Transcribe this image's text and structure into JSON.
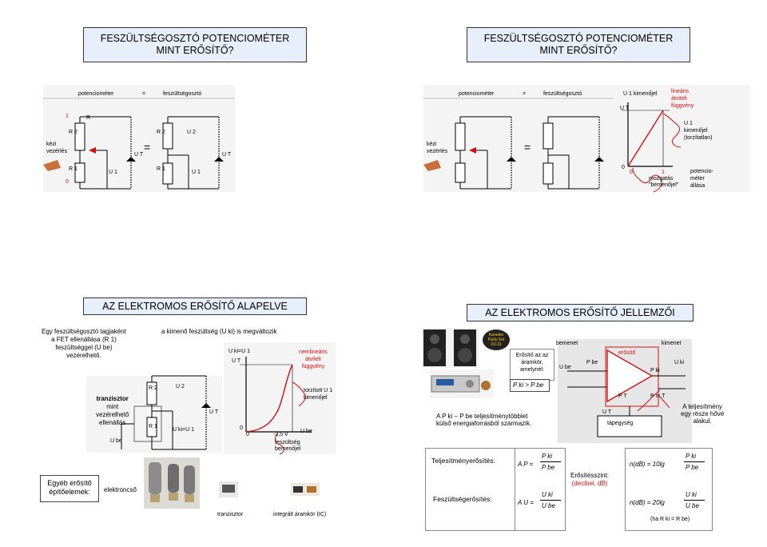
{
  "slide1": {
    "title_line1": "FESZÜLTSÉGOSZTÓ POTENCIOMÉTER",
    "title_line2": "MINT ERŐSÍTŐ?",
    "header_left": "potenciométer",
    "header_eq": "=",
    "header_right": "feszültségosztó",
    "manual_line1": "kézi",
    "manual_line2": "vezérlés",
    "one": "1",
    "zero": "0",
    "R": "R",
    "R2": "R 2",
    "R1": "R 1",
    "U1": "U 1",
    "U2": "U 2",
    "UT": "U T",
    "eq": "="
  },
  "slide2": {
    "title_line1": "FESZÜLTSÉGOSZTÓ POTENCIOMÉTER",
    "title_line2": "MINT ERŐSÍTŐ?",
    "header_left": "potenciométer",
    "header_eq": "=",
    "header_right": "feszültségosztó",
    "graph_top": "U 1 kimenőjel",
    "graph_ut": "U T",
    "lin_line1": "lineáris",
    "lin_line2": "átviteli",
    "lin_line3": "függvény",
    "out_line1": "U 1",
    "out_line2": "kimenőjel",
    "out_line3": "(torzítatlan)",
    "axis_zero": "0",
    "axis_zero2": "0",
    "axis_one": "1",
    "move_line1": "mozgatás",
    "move_line2": "\"bemenőjel\"",
    "pos_line1": "potencio-",
    "pos_line2": "méter",
    "pos_line3": "állása",
    "manual_line1": "kézi",
    "manual_line2": "vezérlés",
    "eq": "="
  },
  "slide3": {
    "title": "AZ ELEKTROMOS ERŐSÍTŐ ALAPELVE",
    "intro_line1": "Egy feszültségosztó tagjaként",
    "intro_line2": "a FET ellenállása (R 1)",
    "intro_line3": "feszültséggel (U be)",
    "intro_line4": "vezérelhető.",
    "top_text": "a kimenő feszültség (U ki) is megváltozik",
    "graph_y1": "U ki=U 1",
    "graph_y2": "U T",
    "nonlin_line1": "nemlineáris",
    "nonlin_line2": "átviteli",
    "nonlin_line3": "függvény",
    "distorted_line1": "torzított U 1",
    "distorted_line2": "kimenőjel",
    "tr_line1": "tranzisztor",
    "tr_line2": "mint",
    "tr_line3": "vezérelhető",
    "tr_line4": "ellenállás",
    "ube": "U be",
    "r2": "R 2",
    "r1": "R 1",
    "u2": "U 2",
    "ut": "U T",
    "uki": "U ki=U 1",
    "zero_a": "0",
    "zero_b": "0",
    "minus": "-2,5 V",
    "ube2": "U be",
    "inp_line1": "feszültség",
    "inp_line2": "bemenőjel",
    "other_line1": "Egyéb erősítő",
    "other_line2": "építőelemek:",
    "tube": "elektroncső",
    "transistor": "tranzisztor",
    "ic": "integrált áramkör (IC)"
  },
  "slide4": {
    "title": "AZ ELEKTROMOS ERŐSÍTŐ JELLEMZŐI",
    "karaoke_line1": "Karaoke",
    "karaoke_line2": "Party Set",
    "karaoke_line3": "DJ-31",
    "def_line1": "Erősítő az az",
    "def_line2": "áramkör,",
    "def_line3": "amelynél:",
    "bemenet": "bemenet",
    "kimenet": "kimenet",
    "erosito": "erősítő",
    "pbe": "P be",
    "pki": "P ki",
    "ube": "U be",
    "uki": "U ki",
    "pt": "P T",
    "pmt": "P m.T",
    "ut": "U T",
    "tapegyseg": "tápegység",
    "ineq": "P ki > P be",
    "desc_line1": "A P ki – P be teljesítménytöbblet",
    "desc_line2": "külső energiaforrásból származik.",
    "heat_line1": "A teljesítmény",
    "heat_line2": "egy része hővé",
    "heat_line3": "alakul.",
    "power_gain_label": "Teljesítményerősítés:",
    "voltage_gain_label": "Feszültségerősítés:",
    "ap": "A P =",
    "au": "A U =",
    "pki_frac": "P ki",
    "pbe_frac": "P be",
    "uki_frac": "U ki",
    "ube_frac": "U be",
    "db_line1": "Erősítésszint:",
    "db_line2": "(decibel, dB)",
    "ndb1": "n(dB) = 10lg",
    "ndb2": "n(dB) = 20lg",
    "cond": "(ha R ki = R be)"
  }
}
